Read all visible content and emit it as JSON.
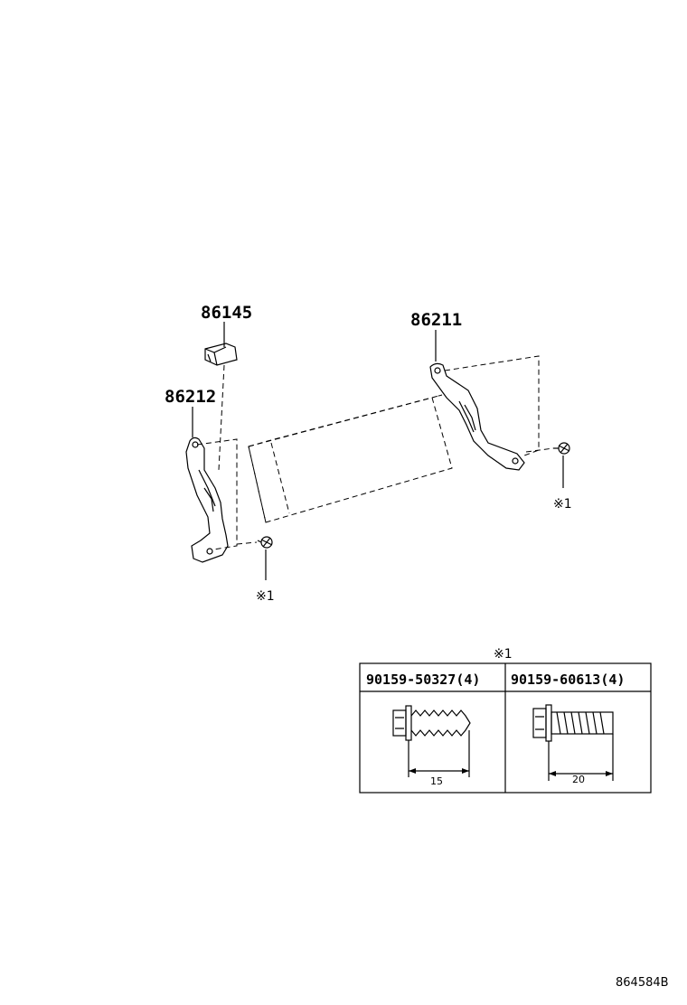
{
  "callouts": {
    "radio_mount_bracket_right": "86211",
    "radio_mount_bracket_left": "86212",
    "clip_part": "86145",
    "screw_ref_right": "※1",
    "screw_ref_left": "※1"
  },
  "screw_table": {
    "reference_mark": "※1",
    "columns": [
      {
        "part_number": "90159-50327(4)",
        "length": "15"
      },
      {
        "part_number": "90159-60613(4)",
        "length": "20"
      }
    ]
  },
  "diagram_code": "864584B"
}
